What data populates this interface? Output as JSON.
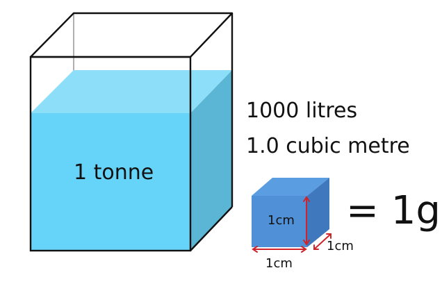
{
  "tank": {
    "label": "1 tonne"
  },
  "volume": {
    "litres": "1000 litres",
    "cubic": "1.0 cubic metre"
  },
  "small_cube": {
    "height_label": "1cm",
    "depth_label": "1cm",
    "width_label": "1cm"
  },
  "equation": "= 1g",
  "colors": {
    "water_front": "#66d4f8",
    "water_top": "#8ddff9",
    "water_side": "#5ab6d4",
    "cube_front": "#4f90d6",
    "cube_top": "#5a9de0",
    "cube_side": "#3f78bc",
    "dimension_arrow": "#d0242a",
    "outline": "#111111"
  }
}
